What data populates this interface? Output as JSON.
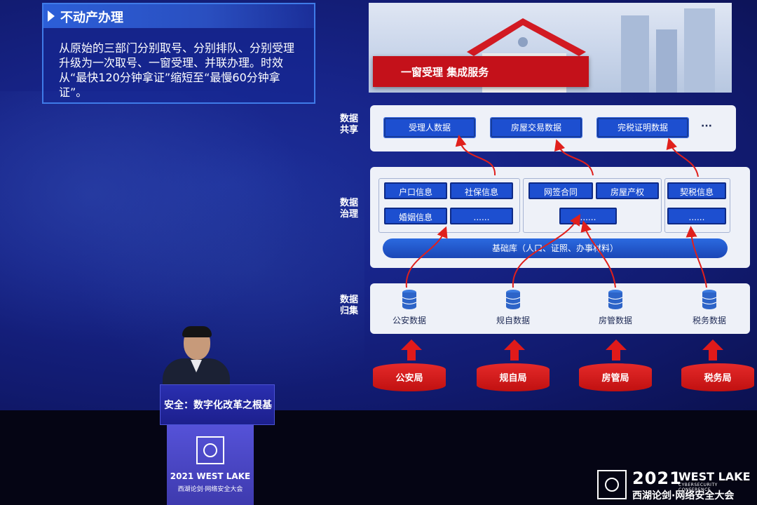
{
  "slide": {
    "info_box": {
      "title": "不动产办理",
      "body": "从原始的三部门分别取号、分别排队、分别受理升级为一次取号、一窗受理、并联办理。时效从“最快120分钟拿证”缩短至“最慢60分钟拿证”。"
    },
    "banner": "一窗受理 集成服务",
    "rows": {
      "share_label": "数据共享",
      "govern_label": "数据治理",
      "collect_label": "数据归集"
    },
    "share_items": [
      "受理人数据",
      "房屋交易数据",
      "完税证明数据"
    ],
    "share_more": "···",
    "govern_items": [
      "户口信息",
      "社保信息",
      "婚姻信息",
      "......",
      "网签合同",
      "房屋产权",
      "......",
      "契税信息",
      "......"
    ],
    "base_library": "基础库（人口、证照、办事材料）",
    "sources": [
      "公安数据",
      "规自数据",
      "房管数据",
      "税务数据"
    ],
    "bureaus": [
      "公安局",
      "规自局",
      "房管局",
      "税务局"
    ]
  },
  "podium": {
    "label": "安全：数字化改革之根基",
    "year": "2021 WEST LAKE",
    "conference": "西湖论剑·网络安全大会"
  },
  "corner_logo": {
    "year": "2021",
    "west_lake": "WEST LAKE",
    "subtitle": "CYBERSECURITY CONFERENCE",
    "cn_name": "西湖论剑·网络安全大会"
  },
  "colors": {
    "screen_blue": "#172489",
    "chip_blue": "#1d4fd0",
    "accent_red": "#c4111a",
    "row_white": "#eef1f8"
  }
}
